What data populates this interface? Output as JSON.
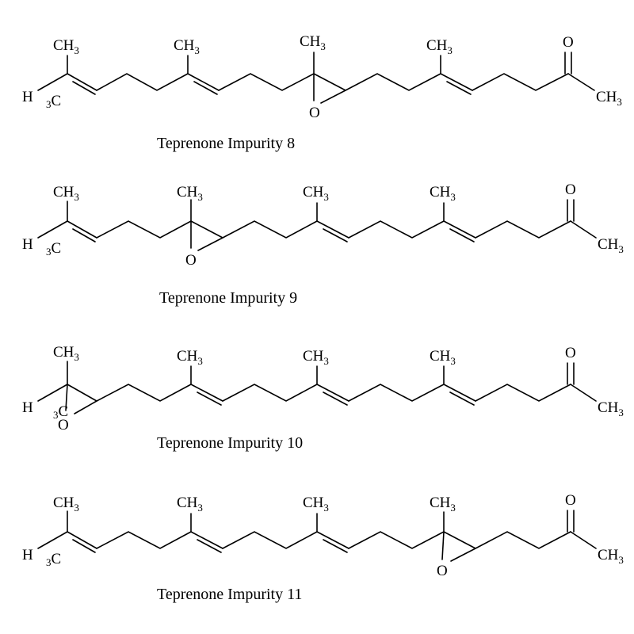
{
  "molecules": [
    {
      "caption": "Teprenone Impurity 8",
      "atoms": [
        {
          "id": "a1",
          "label": "CH",
          "sub": "3"
        },
        {
          "id": "a2",
          "label": "H"
        },
        {
          "id": "a3",
          "label": "C",
          "pre": "3"
        },
        {
          "id": "a4",
          "label": "CH",
          "sub": "3"
        },
        {
          "id": "a5",
          "label": "CH",
          "sub": "3"
        },
        {
          "id": "a6",
          "label": "O"
        },
        {
          "id": "a7",
          "label": "CH",
          "sub": "3"
        },
        {
          "id": "a8",
          "label": "O"
        },
        {
          "id": "a9",
          "label": "CH",
          "sub": "3"
        }
      ]
    },
    {
      "caption": "Teprenone Impurity 9",
      "atoms": [
        {
          "id": "a1",
          "label": "CH",
          "sub": "3"
        },
        {
          "id": "a2",
          "label": "H"
        },
        {
          "id": "a3",
          "label": "C",
          "pre": "3"
        },
        {
          "id": "a4",
          "label": "CH",
          "sub": "3"
        },
        {
          "id": "a5",
          "label": "O"
        },
        {
          "id": "a6",
          "label": "CH",
          "sub": "3"
        },
        {
          "id": "a7",
          "label": "CH",
          "sub": "3"
        },
        {
          "id": "a8",
          "label": "O"
        },
        {
          "id": "a9",
          "label": "CH",
          "sub": "3"
        }
      ]
    },
    {
      "caption": "Teprenone Impurity 10",
      "atoms": [
        {
          "id": "a1",
          "label": "CH",
          "sub": "3"
        },
        {
          "id": "a2",
          "label": "H"
        },
        {
          "id": "a3",
          "label": "C",
          "pre": "3"
        },
        {
          "id": "a4",
          "label": "O"
        },
        {
          "id": "a5",
          "label": "CH",
          "sub": "3"
        },
        {
          "id": "a6",
          "label": "CH",
          "sub": "3"
        },
        {
          "id": "a7",
          "label": "CH",
          "sub": "3"
        },
        {
          "id": "a8",
          "label": "O"
        },
        {
          "id": "a9",
          "label": "CH",
          "sub": "3"
        }
      ]
    },
    {
      "caption": "Teprenone Impurity 11",
      "atoms": [
        {
          "id": "a1",
          "label": "CH",
          "sub": "3"
        },
        {
          "id": "a2",
          "label": "H"
        },
        {
          "id": "a3",
          "label": "C",
          "pre": "3"
        },
        {
          "id": "a4",
          "label": "CH",
          "sub": "3"
        },
        {
          "id": "a5",
          "label": "CH",
          "sub": "3"
        },
        {
          "id": "a6",
          "label": "CH",
          "sub": "3"
        },
        {
          "id": "a7",
          "label": "O"
        },
        {
          "id": "a8",
          "label": "O"
        },
        {
          "id": "a9",
          "label": "CH",
          "sub": "3"
        }
      ]
    }
  ]
}
